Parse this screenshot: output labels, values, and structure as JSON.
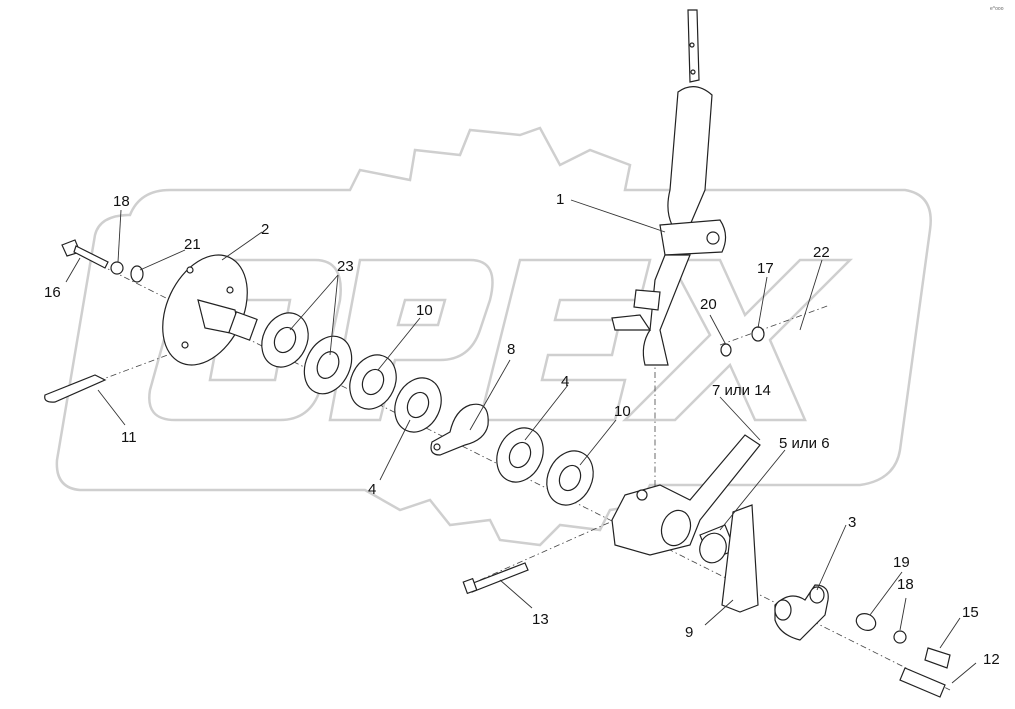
{
  "corner_mark": "e^ooo",
  "watermark": "ОРЕХ",
  "callouts": [
    {
      "id": "c1",
      "text": "1"
    },
    {
      "id": "c2",
      "text": "2"
    },
    {
      "id": "c3",
      "text": "3"
    },
    {
      "id": "c4a",
      "text": "4"
    },
    {
      "id": "c4b",
      "text": "4"
    },
    {
      "id": "c56",
      "text": "5 или 6"
    },
    {
      "id": "c714",
      "text": "7 или 14"
    },
    {
      "id": "c8",
      "text": "8"
    },
    {
      "id": "c9",
      "text": "9"
    },
    {
      "id": "c10a",
      "text": "10"
    },
    {
      "id": "c10b",
      "text": "10"
    },
    {
      "id": "c11",
      "text": "11"
    },
    {
      "id": "c12",
      "text": "12"
    },
    {
      "id": "c13",
      "text": "13"
    },
    {
      "id": "c15",
      "text": "15"
    },
    {
      "id": "c16",
      "text": "16"
    },
    {
      "id": "c17",
      "text": "17"
    },
    {
      "id": "c18a",
      "text": "18"
    },
    {
      "id": "c18b",
      "text": "18"
    },
    {
      "id": "c19",
      "text": "19"
    },
    {
      "id": "c20",
      "text": "20"
    },
    {
      "id": "c21",
      "text": "21"
    },
    {
      "id": "c22",
      "text": "22"
    },
    {
      "id": "c23",
      "text": "23"
    }
  ]
}
